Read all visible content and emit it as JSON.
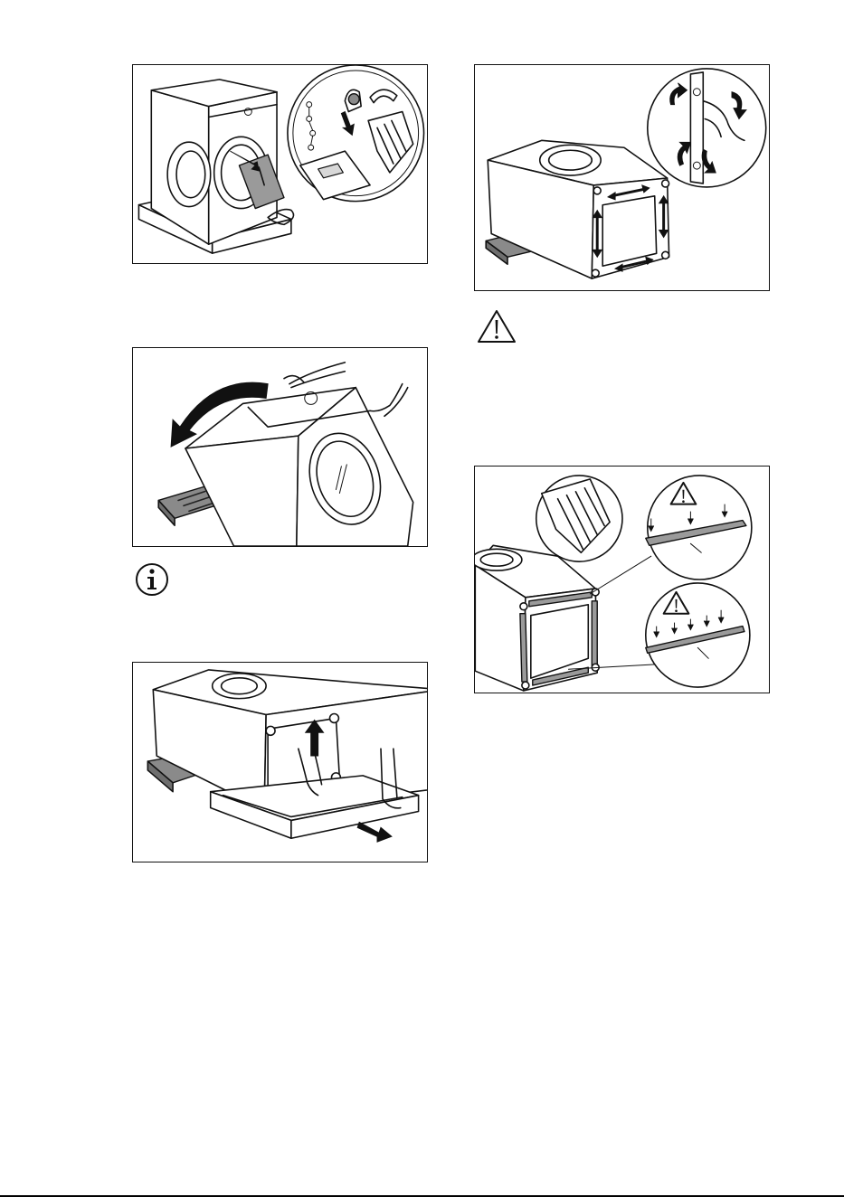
{
  "document": {
    "figures": [
      {
        "id": "unpack-accessories",
        "description_icons": [
          "hose-icon",
          "bag-icon",
          "plug-icon"
        ]
      },
      {
        "id": "tilt-machine"
      },
      {
        "id": "remove-base"
      },
      {
        "id": "remove-cover-screws"
      },
      {
        "id": "attach-protective-strips"
      }
    ],
    "icons": {
      "info": "info-icon",
      "warning": "warning-icon"
    },
    "colors": {
      "line": "#111111",
      "grey_part": "#8a8a8a",
      "light_part": "#d8d8d8",
      "background": "#ffffff"
    }
  }
}
